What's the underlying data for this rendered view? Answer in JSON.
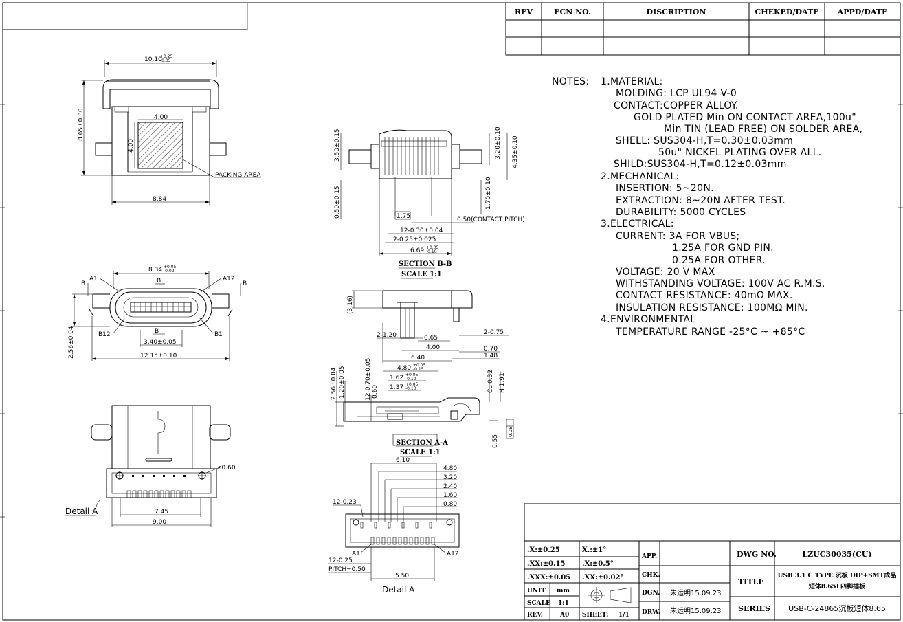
{
  "revision_table": {
    "headers": [
      "REV",
      "ECN NO.",
      "DISCRIPTION",
      "CHEKED/DATE",
      "APPD/DATE"
    ]
  },
  "notes": {
    "label": "NOTES:",
    "lines": [
      "1.MATERIAL:",
      "MOLDING: LCP UL94 V-0",
      "CONTACT:COPPER ALLOY.",
      "GOLD PLATED Min ON CONTACT AREA,100u\"",
      "Min TIN (LEAD FREE) ON SOLDER AREA,",
      "SHELL: SUS304-H,T=0.30±0.03mm",
      "50u\" NICKEL PLATING OVER ALL.",
      "SHILD:SUS304-H,T=0.12±0.03mm",
      "2.MECHANICAL:",
      "INSERTION: 5~20N.",
      "EXTRACTION: 8~20N AFTER TEST.",
      "DURABILITY:   5000 CYCLES",
      "3.ELECTRICAL:",
      "CURRENT: 3A FOR VBUS;",
      "1.25A FOR GND PIN.",
      "0.25A FOR OTHER.",
      "VOLTAGE: 20 V MAX",
      "WITHSTANDING VOLTAGE: 100V AC R.M.S.",
      "CONTACT RESISTANCE: 40mΩ MAX.",
      "INSULATION RESISTANCE: 100MΩ MIN.",
      "4.ENVIRONMENTAL",
      "TEMPERATURE RANGE -25°C ~ +85°C"
    ]
  },
  "top_view": {
    "width_dim": "10.10",
    "width_tol_plus": "+0.25",
    "width_tol_minus": "-0.05",
    "height_dim": "8.65±0.30",
    "pack_w": "4.00",
    "pack_h": "4.00",
    "packing_label": "PACKING AREA",
    "bottom_dim": "8.84"
  },
  "front_view": {
    "top_dim": "8.34",
    "top_tol_plus": "+0.05",
    "top_tol_minus": "-0.02",
    "a1": "A1",
    "a12": "A12",
    "b12": "B12",
    "b1": "B1",
    "b_left": "B",
    "b_right": "B",
    "b_mid": "B",
    "b_low": "B",
    "height_dim": "2.56±0.04",
    "inner_dim": "3.40±0.05",
    "width_dim": "12.15±0.10"
  },
  "bottom_view": {
    "hole_dim": "ø0.60",
    "dim1": "7.45",
    "dim2": "9.00",
    "detail_label": "Detail A"
  },
  "section_bb": {
    "d1": "3.50±0.15",
    "d2": "0.50±0.15",
    "d3": "3.20±0.10",
    "d4": "4.35±0.10",
    "d5": "1.70±0.10",
    "d6": "1.75",
    "pitch": "0.50(CONTACT PITCH)",
    "d7": "12-0.30±0.04",
    "d8": "2-0.25±0.025",
    "d9": "6.69",
    "d9_tol_plus": "+0.05",
    "d9_tol_minus": "-0.10",
    "title": "SECTION B-B",
    "scale": "SCALE 1:1"
  },
  "side_view": {
    "h": "(3.16)",
    "d1": "2-1.20",
    "d2": "0.65",
    "d3": "2-0.75",
    "d4": "4.00",
    "d5": "0.70",
    "d6": "6.40",
    "d7": "1.48"
  },
  "section_aa": {
    "d1": "4.80",
    "d1_tol_plus": "+0.05",
    "d1_tol_minus": "-0.15",
    "d2": "1.62",
    "d2_tol_plus": "+0.05",
    "d2_tol_minus": "-0.10",
    "d3": "1.37",
    "d3_tol_plus": "+0.05",
    "d3_tol_minus": "-0.10",
    "v1": "2.56±0.04",
    "v2": "1.20±0.05",
    "v3": "12-0.70±0.05",
    "v4": "0.60",
    "cl": "CL 0.32",
    "h": "H 1.91",
    "flat": "0.08",
    "v5": "0.55",
    "title": "SECTION A-A",
    "scale": "SCALE 1:1"
  },
  "detail_a": {
    "d610": "6.10",
    "d480": "4.80",
    "d320": "3.20",
    "d240": "2.40",
    "d160": "1.60",
    "d080": "0.80",
    "d1223": "12-0.23",
    "d1225": "12-0.25",
    "pitch": "PITCH=0.50",
    "d550": "5.50",
    "a1": "A1",
    "a2": "A12",
    "title": "Detail A"
  },
  "title_block": {
    "tol_x": ".X:±0.25",
    "tol_xx": ".XX:±0.15",
    "tol_xxx": ".XXX:±0.05",
    "ang_x": "X.:±1°",
    "ang_xx": ".X:±0.5°",
    "ang_xxx": ".XX:±0.02°",
    "unit_label": "UNIT",
    "unit_value": "mm",
    "scale_label": "SCALE",
    "scale_value": "1:1",
    "rev_label": "REV.",
    "rev_value": "A0",
    "sheet_label": "SHEET:",
    "sheet_value": "1/1",
    "app": "APP.",
    "chk": "CHK.",
    "dgn": "DGN.",
    "drw": "DRW.",
    "dgn_value": "朱运明15.09.23",
    "drw_value": "朱运明15.09.23",
    "dwg_label": "DWG NO.",
    "dwg_value": "LZUC30035(CU)",
    "title_label": "TITLE",
    "title_line1": "USB 3.1 C TYPE 沉板 DIP+SMT成品",
    "title_line2": "短体8.65L四脚插板",
    "series_label": "SERIES",
    "series_value": "USB-C-24865沉板短体8.65"
  }
}
